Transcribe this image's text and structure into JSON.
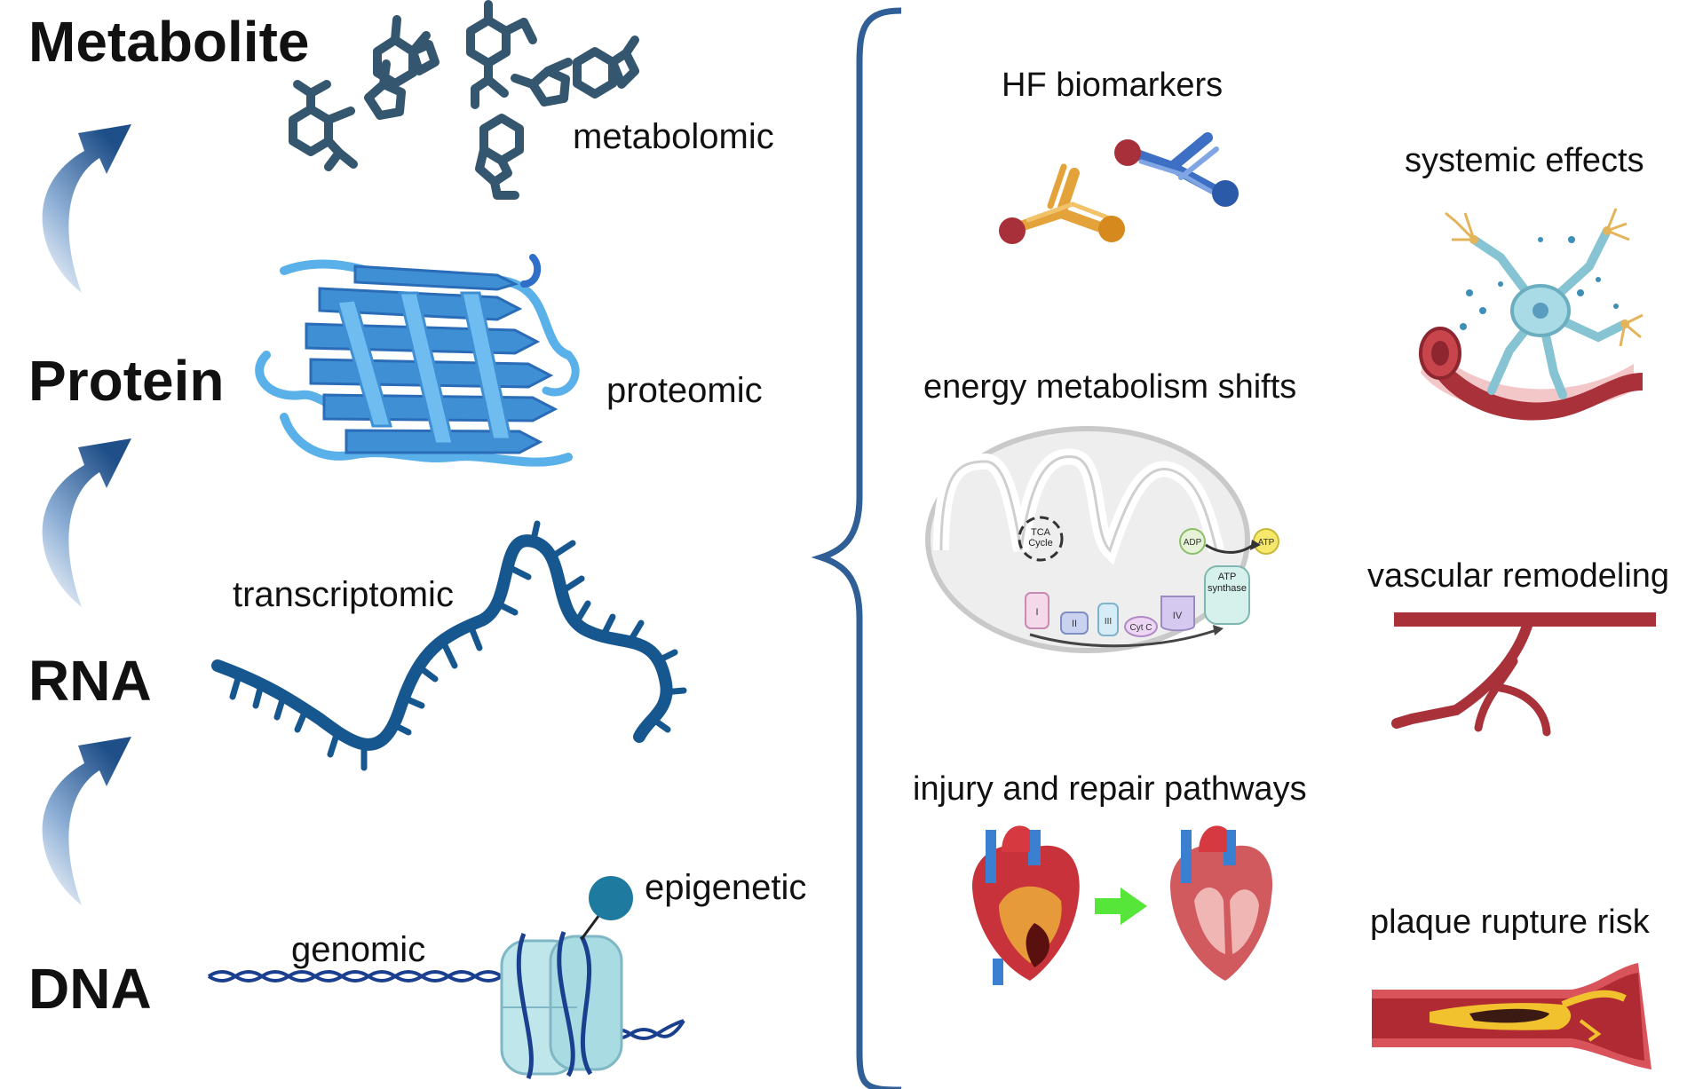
{
  "levels": {
    "metabolite": "Metabolite",
    "protein": "Protein",
    "rna": "RNA",
    "dna": "DNA"
  },
  "omics": {
    "metabolomic": "metabolomic",
    "proteomic": "proteomic",
    "transcriptomic": "transcriptomic",
    "genomic": "genomic",
    "epigenetic": "epigenetic"
  },
  "outcomes": {
    "hf_biomarkers": "HF biomarkers",
    "energy_shifts": "energy metabolism shifts",
    "injury_repair": "injury and repair pathways",
    "systemic_effects": "systemic effects",
    "vascular_remodeling": "vascular remodeling",
    "plaque_rupture": "plaque rupture risk"
  },
  "mito_labels": {
    "tca": "TCA",
    "cycle": "Cycle",
    "adp": "ADP",
    "atp": "ATP",
    "atp_synthase_1": "ATP",
    "atp_synthase_2": "synthase",
    "c1": "I",
    "c2": "II",
    "c3": "III",
    "cytc": "Cyt C",
    "c4": "IV"
  },
  "colors": {
    "arrow_blue": "#2f5f96",
    "mol_dark": "#34566e",
    "protein_blue": "#3f8fd4",
    "rna_blue": "#17578f",
    "dna_blue": "#1b3f8f",
    "brace_blue": "#2f5f96",
    "vessel_red": "#a8313a"
  }
}
